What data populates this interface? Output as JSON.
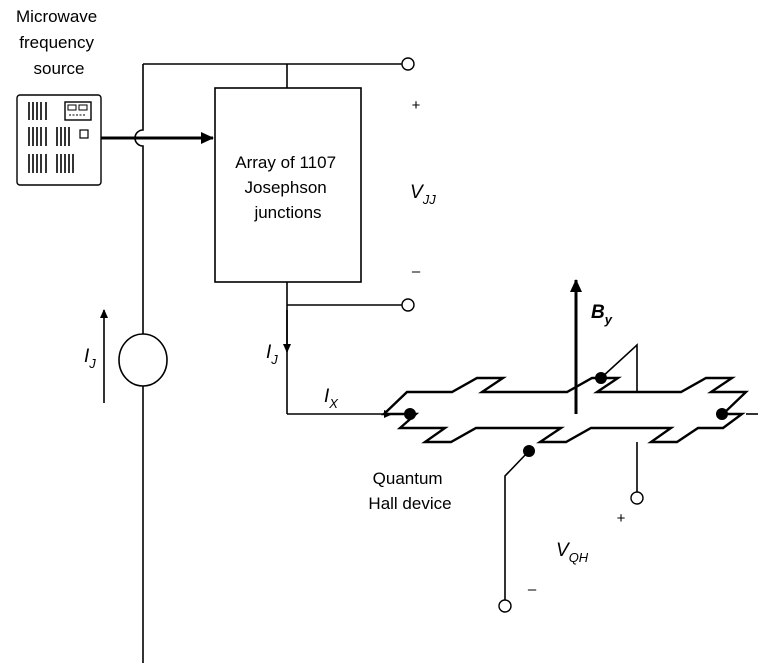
{
  "source_label": [
    "Microwave",
    "frequency",
    "source"
  ],
  "array_label": [
    "Array of 1107",
    "Josephson",
    "junctions"
  ],
  "device_label": [
    "Quantum",
    "Hall device"
  ],
  "symbols": {
    "v_jj": {
      "main": "V",
      "sub": "JJ"
    },
    "v_qh": {
      "main": "V",
      "sub": "QH"
    },
    "i_j_left": {
      "main": "I",
      "sub": "J"
    },
    "i_j_right": {
      "main": "I",
      "sub": "J"
    },
    "i_x": {
      "main": "I",
      "sub": "X"
    },
    "b_y": {
      "main": "B",
      "sub": "y"
    }
  },
  "polarity": {
    "vjj_plus": "+",
    "vjj_minus": "–",
    "vqh_plus": "+",
    "vqh_minus": "–"
  }
}
